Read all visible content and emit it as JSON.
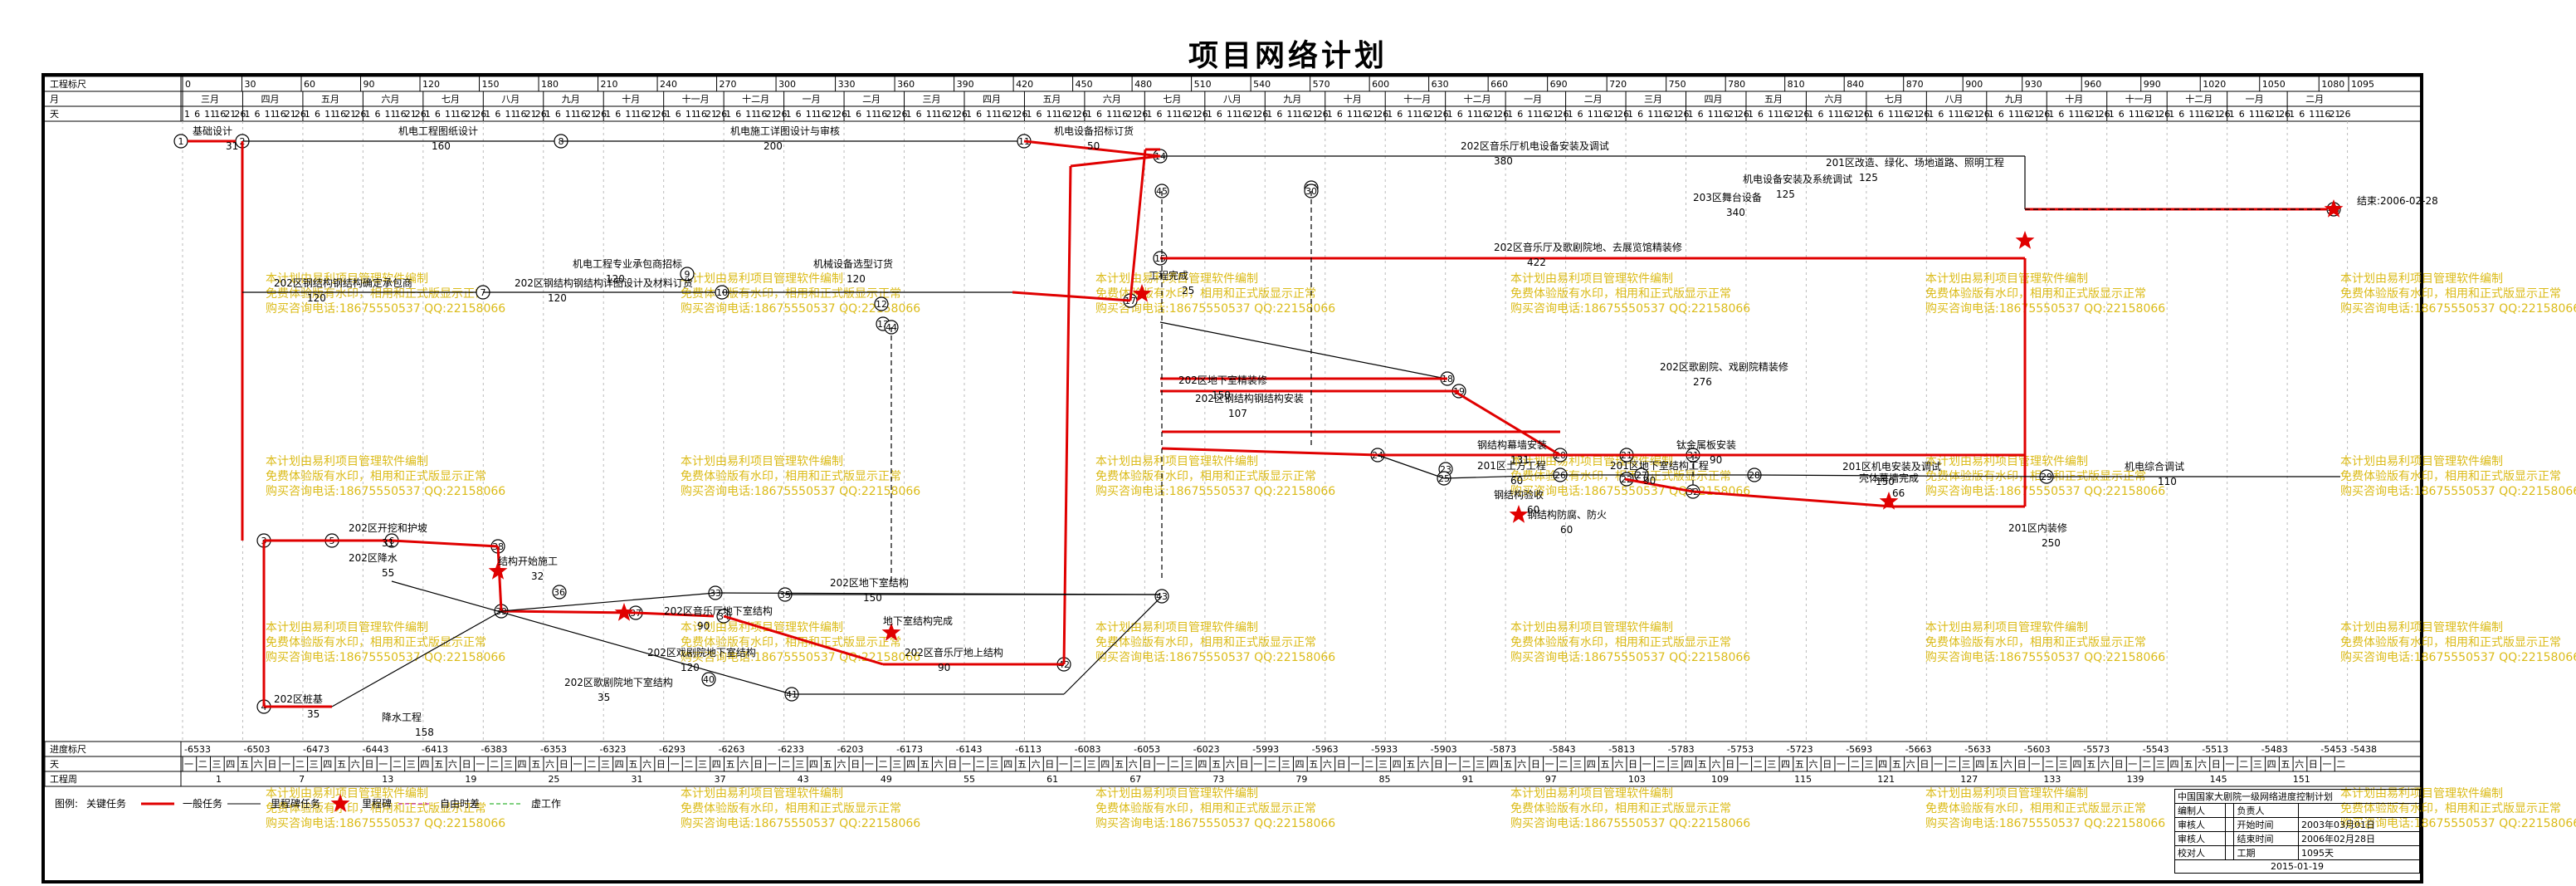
{
  "title": "项目网络计划",
  "header_rows": {
    "row1_label": "工程标尺",
    "row2_label": "月",
    "row3_label": "天",
    "scale_marks": [
      "0",
      "30",
      "60",
      "90",
      "120",
      "150",
      "180",
      "210",
      "240",
      "270",
      "300",
      "330",
      "360",
      "390",
      "420",
      "450",
      "480",
      "510",
      "540",
      "570",
      "600",
      "630",
      "660",
      "690",
      "720",
      "750",
      "780",
      "810",
      "840",
      "870",
      "900",
      "930",
      "960",
      "990",
      "1020",
      "1050",
      "1080",
      "1095"
    ],
    "months": [
      "三月",
      "四月",
      "五月",
      "六月",
      "七月",
      "八月",
      "九月",
      "十月",
      "十一月",
      "十二月",
      "一月",
      "二月",
      "三月",
      "四月",
      "五月",
      "六月",
      "七月",
      "八月",
      "九月",
      "十月",
      "十一月",
      "十二月",
      "一月",
      "二月",
      "三月",
      "四月",
      "五月",
      "六月",
      "七月",
      "八月",
      "九月",
      "十月",
      "十一月",
      "十二月",
      "一月",
      "二月"
    ]
  },
  "footer_rows": {
    "row1_label": "进度标尺",
    "row2_label": "天",
    "row3_label": "工程周",
    "progress_marks": [
      "-6533",
      "-6503",
      "-6473",
      "-6443",
      "-6413",
      "-6383",
      "-6353",
      "-6323",
      "-6293",
      "-6263",
      "-6233",
      "-6203",
      "-6173",
      "-6143",
      "-6113",
      "-6083",
      "-6053",
      "-6023",
      "-5993",
      "-5963",
      "-5933",
      "-5903",
      "-5873",
      "-5843",
      "-5813",
      "-5783",
      "-5753",
      "-5723",
      "-5693",
      "-5663",
      "-5633",
      "-5603",
      "-5573",
      "-5543",
      "-5513",
      "-5483",
      "-5453",
      "-5438"
    ],
    "week_marks": [
      "1",
      "7",
      "13",
      "19",
      "25",
      "31",
      "37",
      "43",
      "49",
      "55",
      "61",
      "67",
      "73",
      "79",
      "85",
      "91",
      "97",
      "103",
      "109",
      "115",
      "121",
      "127",
      "133",
      "139",
      "145",
      "151"
    ]
  },
  "legend": {
    "label": "图例:",
    "critical": "关键任务",
    "normal": "一般任务",
    "milestone": "里程碑任务",
    "virtual": "虚工作",
    "dummy": "自由时差",
    "milestone2": "里程碑"
  },
  "info_table": {
    "org": "中国国家大剧院一级网络进度控制计划",
    "rows": [
      {
        "k": "编制人",
        "v": "",
        "k2": "负责人",
        "v2": ""
      },
      {
        "k": "审核人",
        "v": "",
        "k2": "开始时间",
        "v2": "2003年03月01日"
      },
      {
        "k": "审核人",
        "v": "",
        "k2": "结束时间",
        "v2": "2006年02月28日"
      },
      {
        "k": "校对人",
        "v": "",
        "k2": "工期",
        "v2": "1095天"
      }
    ],
    "date": "2015-01-19"
  },
  "watermark": [
    "本计划由易利项目管理软件编制",
    "免费体验版有水印，相用和正式版显示正常",
    "购买咨询电话:18675550537 QQ:22158066"
  ],
  "tasks": [
    {
      "t": "基础设计",
      "d": "31"
    },
    {
      "t": "机电工程图纸设计",
      "d": "160"
    },
    {
      "t": "机电施工详图设计与审核",
      "d": "200"
    },
    {
      "t": "202区钢结构钢结构确定承包商",
      "d": "120"
    },
    {
      "t": "机电工程专业承包商招标",
      "d": "120"
    },
    {
      "t": "202区钢结构钢结构详图设计及材料订货",
      "d": "120"
    },
    {
      "t": "机械设备选型订货",
      "d": "120"
    },
    {
      "t": "机电设备招标订货",
      "d": "50"
    },
    {
      "t": "202区音乐厅机电设备安装及调试",
      "d": "380"
    },
    {
      "t": "机电设备安装及系统调试",
      "d": "125"
    },
    {
      "t": "201区改造、绿化、场地道路、照明工程",
      "d": "125"
    },
    {
      "t": "203区舞台设备",
      "d": "340"
    },
    {
      "t": "202区音乐厅及歌剧院地、去展览馆精装修",
      "d": "422"
    },
    {
      "t": "202区歌剧院、戏剧院精装修",
      "d": "276"
    },
    {
      "t": "202区地下室精装修",
      "d": "150"
    },
    {
      "t": "202区钢结构钢结构安装",
      "d": "107"
    },
    {
      "t": "钢结构幕墙安装",
      "d": "131"
    },
    {
      "t": "钛金属板安装",
      "d": "90"
    },
    {
      "t": "壳体幕墙完成",
      "d": "66"
    },
    {
      "t": "201区土方工程",
      "d": "60"
    },
    {
      "t": "201区地下室结构工程",
      "d": "90"
    },
    {
      "t": "201区机电安装及调试",
      "d": "150"
    },
    {
      "t": "机电综合调试",
      "d": "110"
    },
    {
      "t": "201区内装修",
      "d": "250"
    },
    {
      "t": "钢结构验收",
      "d": "60"
    },
    {
      "t": "钢结构防腐、防火",
      "d": "60"
    },
    {
      "t": "202区开挖和护坡",
      "d": "31"
    },
    {
      "t": "202区降水",
      "d": "55"
    },
    {
      "t": "结构开始施工",
      "d": "32"
    },
    {
      "t": "202区地下室结构",
      "d": "150"
    },
    {
      "t": "202区音乐厅地下室结构",
      "d": "90"
    },
    {
      "t": "202区音乐厅地上结构",
      "d": "90"
    },
    {
      "t": "202区戏剧院地下室结构",
      "d": "120"
    },
    {
      "t": "202区歌剧院地下室结构",
      "d": "35"
    },
    {
      "t": "降水工程",
      "d": "158"
    },
    {
      "t": "202区桩基",
      "d": "35"
    },
    {
      "t": "地下室结构完成",
      "d": "0"
    },
    {
      "t": "工程完成",
      "d": "25"
    },
    {
      "t": "结束:2006-02-28",
      "d": "0"
    }
  ]
}
